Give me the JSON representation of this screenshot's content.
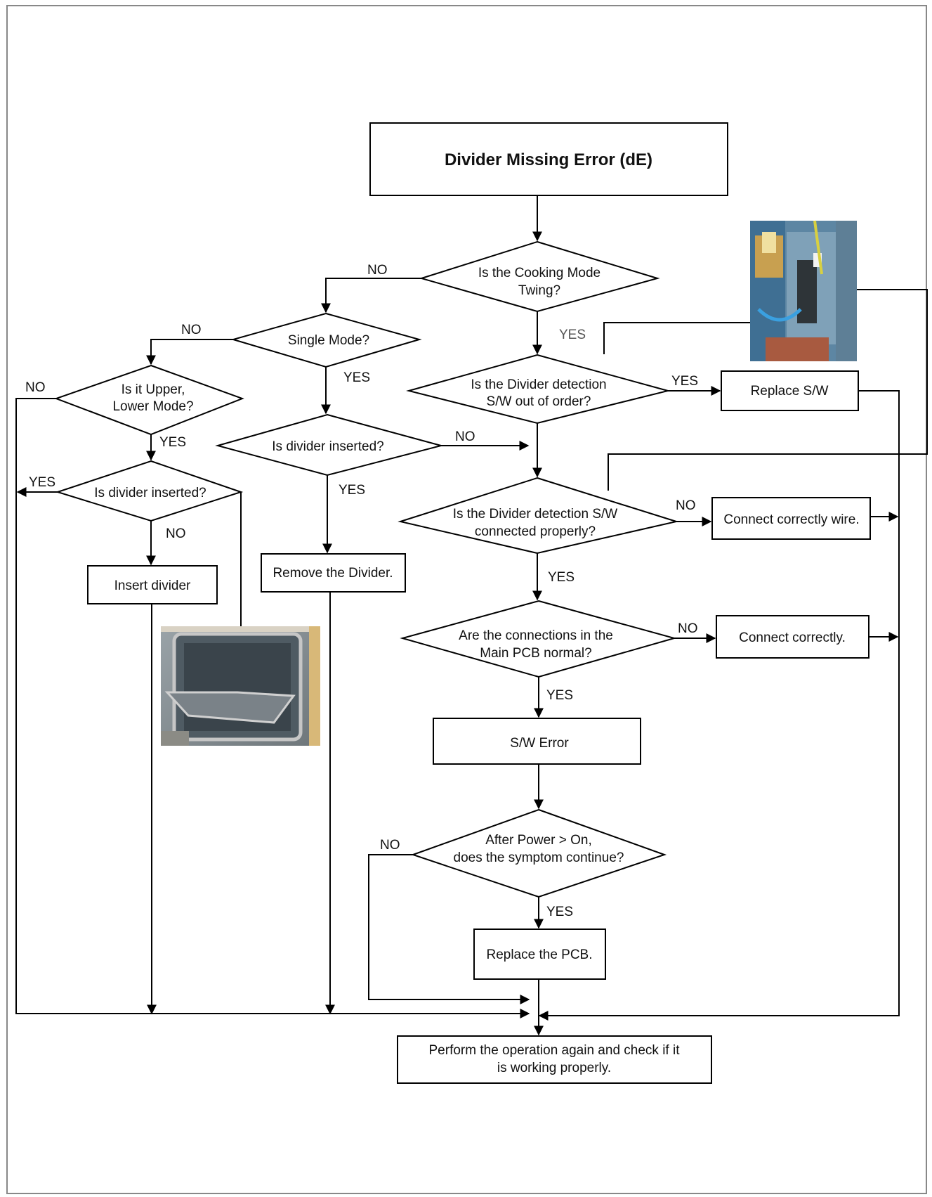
{
  "title": "Divider Missing Error (dE)",
  "decisions": {
    "cooking_mode": [
      "Is the Cooking Mode",
      "Twing?"
    ],
    "single_mode": [
      "Single Mode?"
    ],
    "upper_lower": [
      "Is it Upper,",
      "Lower Mode?"
    ],
    "divider_inserted_left": [
      "Is divider inserted?"
    ],
    "divider_inserted_mid": [
      "Is divider inserted?"
    ],
    "sw_out_of_order": [
      "Is the Divider detection",
      "S/W out of order?"
    ],
    "sw_connected": [
      "Is the Divider detection S/W",
      "connected properly?"
    ],
    "pcb_connections": [
      "Are the connections in the",
      "Main PCB normal?"
    ],
    "power_on": [
      "After Power > On,",
      "does the symptom continue?"
    ]
  },
  "actions": {
    "replace_sw": "Replace S/W",
    "connect_wire": "Connect correctly wire.",
    "connect_correctly": "Connect correctly.",
    "remove_divider": "Remove the Divider.",
    "insert_divider": "Insert divider",
    "sw_error": "S/W Error",
    "replace_pcb": "Replace the PCB.",
    "final": [
      "Perform the operation again and check if it",
      "is working properly."
    ]
  },
  "branch_labels": {
    "yes": "YES",
    "no": "NO"
  }
}
